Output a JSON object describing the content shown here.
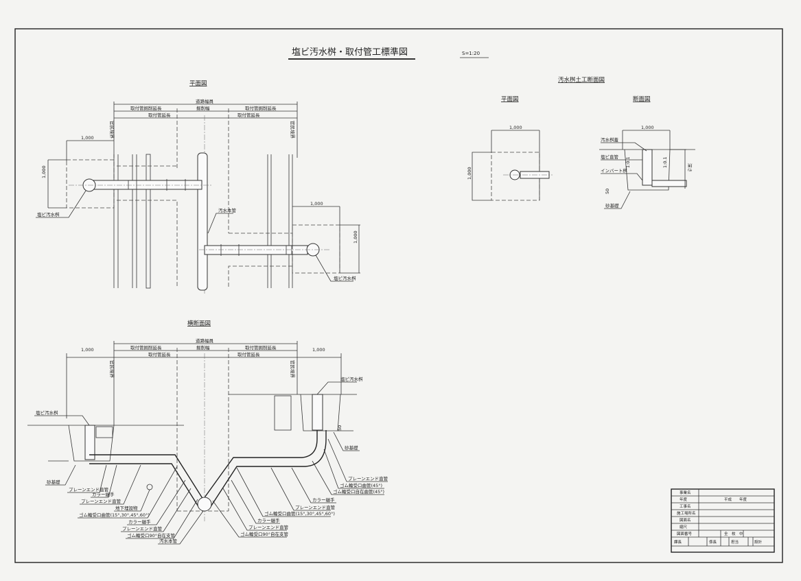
{
  "title": "塩ビ汚水桝・取付管工標準図",
  "scale": "S=1:20",
  "plan_view": {
    "heading": "平面図",
    "road_width": "道路幅員",
    "excavation_ext_left": "取付管掘削延長",
    "excavation_width": "掘削幅",
    "excavation_ext_right": "取付管掘削延長",
    "pipe_len_left": "取付管延長",
    "pipe_len_right": "取付管延長",
    "boundary_left": "官民境界",
    "boundary_right": "官民境界",
    "dim_left_w": "1,000",
    "dim_left_h": "1,000",
    "dim_right_w": "1,000",
    "dim_right_h": "1,000",
    "manhole_left": "塩ビ汚水桝",
    "manhole_right": "塩ビ汚水桝",
    "main_pipe": "汚水本管"
  },
  "cross_section": {
    "heading": "横断面図",
    "road_width": "道路幅員",
    "excavation_ext_left": "取付管掘削延長",
    "excavation_width": "掘削幅",
    "excavation_ext_right": "取付管掘削延長",
    "pipe_len_left": "取付管延長",
    "pipe_len_right": "取付管延長",
    "boundary_left": "官民境界",
    "boundary_right": "官民境界",
    "dim_left": "1,000",
    "dim_right": "1,000",
    "manhole_left": "塩ビ汚水桝",
    "manhole_right": "塩ビ汚水桝",
    "sand_right": "砂基礎",
    "thickness": "50",
    "left_labels": [
      "砂基礎",
      "プレーンエンド直管",
      "カラー継手",
      "プレーンエンド直管",
      "地下埋設物",
      "ゴム輪受口曲管(15°,30°,45°,60°)",
      "カラー継手",
      "プレーンエンド直管",
      "ゴム輪受口90°自在支管",
      "汚水本管"
    ],
    "right_labels": [
      "プレーンエンド直管",
      "ゴム輪受口曲管(45°)",
      "ゴム輪受口自在曲管(45°)",
      "カラー継手",
      "プレーンエンド直管",
      "ゴム輪受口曲管(15°,30°,45°,60°)",
      "カラー継手",
      "プレーンエンド直管",
      "ゴム輪受口90°自在支管"
    ]
  },
  "earthwork": {
    "heading": "汚水桝土工断面図",
    "plan_heading": "平面図",
    "section_heading": "断面図",
    "plan_w": "1,000",
    "plan_h": "1,000",
    "sec_w": "1,000",
    "cover": "汚水桝蓋",
    "pipe": "塩ビ直管",
    "invert": "インバート桝",
    "slope_left": "1:0.1",
    "slope_right": "1:0.1",
    "depth": "深さ",
    "sand": "砂基礎",
    "thickness": "50"
  },
  "title_block": {
    "rows": [
      {
        "label": "事業名",
        "value": ""
      },
      {
        "label": "年度",
        "value": "平成　　年度"
      },
      {
        "label": "工事名",
        "value": ""
      },
      {
        "label": "施工場所名",
        "value": ""
      },
      {
        "label": "図面名",
        "value": ""
      },
      {
        "label": "縮尺",
        "value": ""
      },
      {
        "label": "図面番号",
        "value": "全　枚　中"
      }
    ],
    "signatures": [
      "課長",
      "係長",
      "担当",
      "設計"
    ]
  }
}
